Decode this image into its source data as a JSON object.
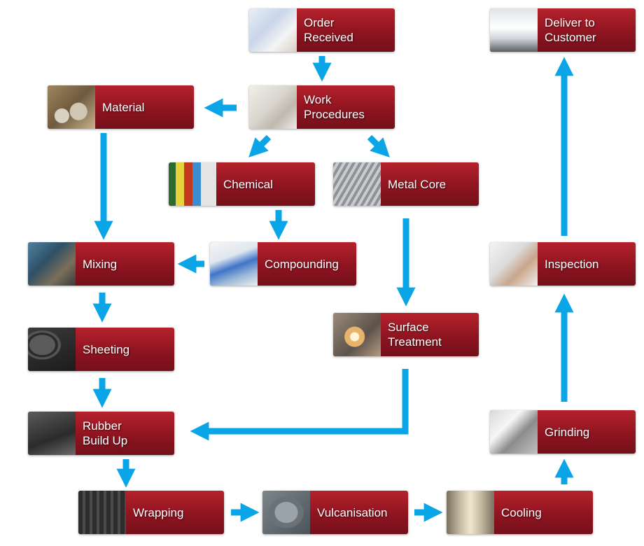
{
  "arrow_color": "#0aa5e6",
  "box_color": "#8e1420",
  "nodes": {
    "order_received": {
      "label": "Order\nReceived",
      "icon": "order-photo"
    },
    "work_procedures": {
      "label": "Work\nProcedures",
      "icon": "work-photo"
    },
    "material": {
      "label": "Material",
      "icon": "material-photo"
    },
    "chemical": {
      "label": "Chemical",
      "icon": "chemical-photo"
    },
    "metal_core": {
      "label": "Metal Core",
      "icon": "metal-core-photo"
    },
    "mixing": {
      "label": "Mixing",
      "icon": "mixing-photo"
    },
    "compounding": {
      "label": "Compounding",
      "icon": "compounding-photo"
    },
    "sheeting": {
      "label": "Sheeting",
      "icon": "sheeting-photo"
    },
    "surface_treatment": {
      "label": "Surface\nTreatment",
      "icon": "surface-photo"
    },
    "rubber_build_up": {
      "label": "Rubber\nBuild Up",
      "icon": "rubber-photo"
    },
    "wrapping": {
      "label": "Wrapping",
      "icon": "wrapping-photo"
    },
    "vulcanisation": {
      "label": "Vulcanisation",
      "icon": "vulcanisation-photo"
    },
    "cooling": {
      "label": "Cooling",
      "icon": "cooling-photo"
    },
    "grinding": {
      "label": "Grinding",
      "icon": "grinding-photo"
    },
    "inspection": {
      "label": "Inspection",
      "icon": "inspection-photo"
    },
    "deliver_to_customer": {
      "label": "Deliver to\nCustomer",
      "icon": "truck-photo"
    }
  }
}
